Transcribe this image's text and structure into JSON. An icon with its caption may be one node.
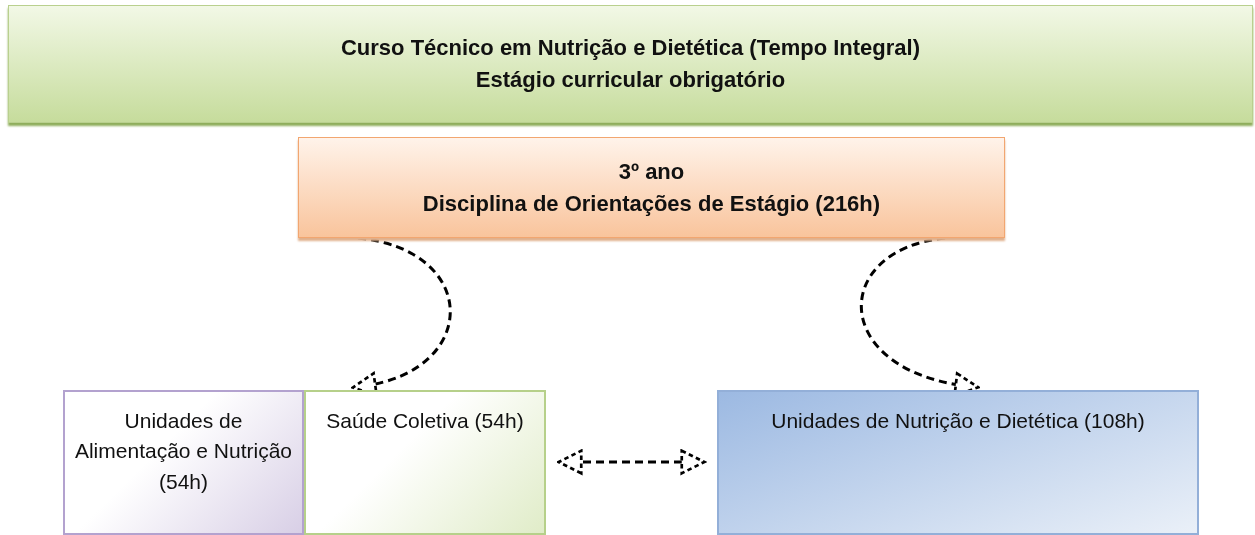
{
  "diagram": {
    "nodes": [
      {
        "text": [
          "Curso Técnico em Nutrição e Dietética (Tempo Integral)",
          "Estágio curricular obrigatório"
        ]
      },
      {
        "text": [
          "3º ano",
          "Disciplina de Orientações de Estágio (216h)"
        ]
      },
      {
        "text": [
          "Unidades de Alimentação e Nutrição (54h)"
        ]
      },
      {
        "text": [
          "Saúde Coletiva (54h)"
        ]
      },
      {
        "text": [
          "Unidades de Nutrição e Dietética (108h)"
        ]
      }
    ],
    "edges": [
      {
        "from": 1,
        "to": 3,
        "arrow": "to",
        "style": "dashed"
      },
      {
        "from": 1,
        "to": 4,
        "arrow": "to",
        "style": "dashed"
      },
      {
        "from": 3,
        "to": 4,
        "arrow": "both",
        "style": "dashed"
      }
    ]
  }
}
